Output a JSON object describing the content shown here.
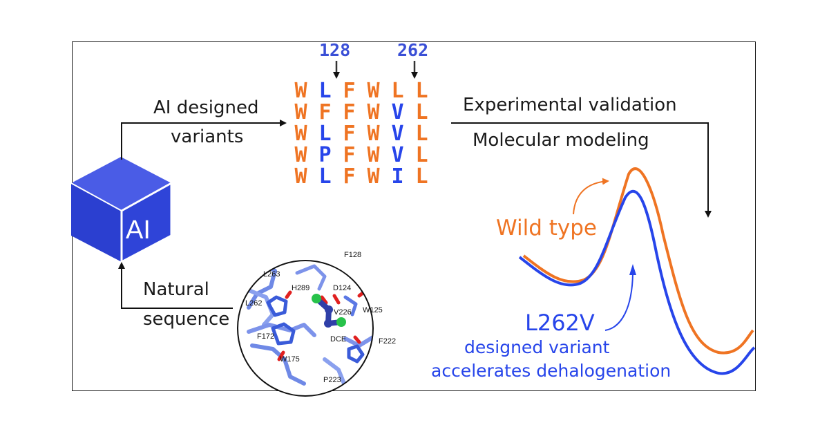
{
  "ai_box_label": "AI",
  "arrow_label_top": [
    "AI designed",
    "variants"
  ],
  "arrow_label_bottom": [
    "Natural",
    "sequence"
  ],
  "right_labels": [
    "Experimental validation",
    "Molecular modeling"
  ],
  "position_markers": [
    "128",
    "262"
  ],
  "sequence_alignment": [
    [
      "W",
      "L",
      "F",
      "W",
      "L",
      "L"
    ],
    [
      "W",
      "F",
      "F",
      "W",
      "V",
      "L"
    ],
    [
      "W",
      "L",
      "F",
      "W",
      "V",
      "L"
    ],
    [
      "W",
      "P",
      "F",
      "W",
      "V",
      "L"
    ],
    [
      "W",
      "L",
      "F",
      "W",
      "I",
      "L"
    ]
  ],
  "colors": {
    "orange": "#ef7423",
    "blue": "#2745ea",
    "cube": "#2b3fd0"
  },
  "curve_labels": {
    "wild_type": "Wild type",
    "mutant": "L262V",
    "mutant_desc": [
      "designed variant",
      "accelerates dehalogenation"
    ]
  },
  "structure_residues": [
    "F128",
    "L263",
    "H289",
    "D124",
    "L262",
    "W125",
    "V226",
    "DCE",
    "F222",
    "F172",
    "W175",
    "P223"
  ]
}
